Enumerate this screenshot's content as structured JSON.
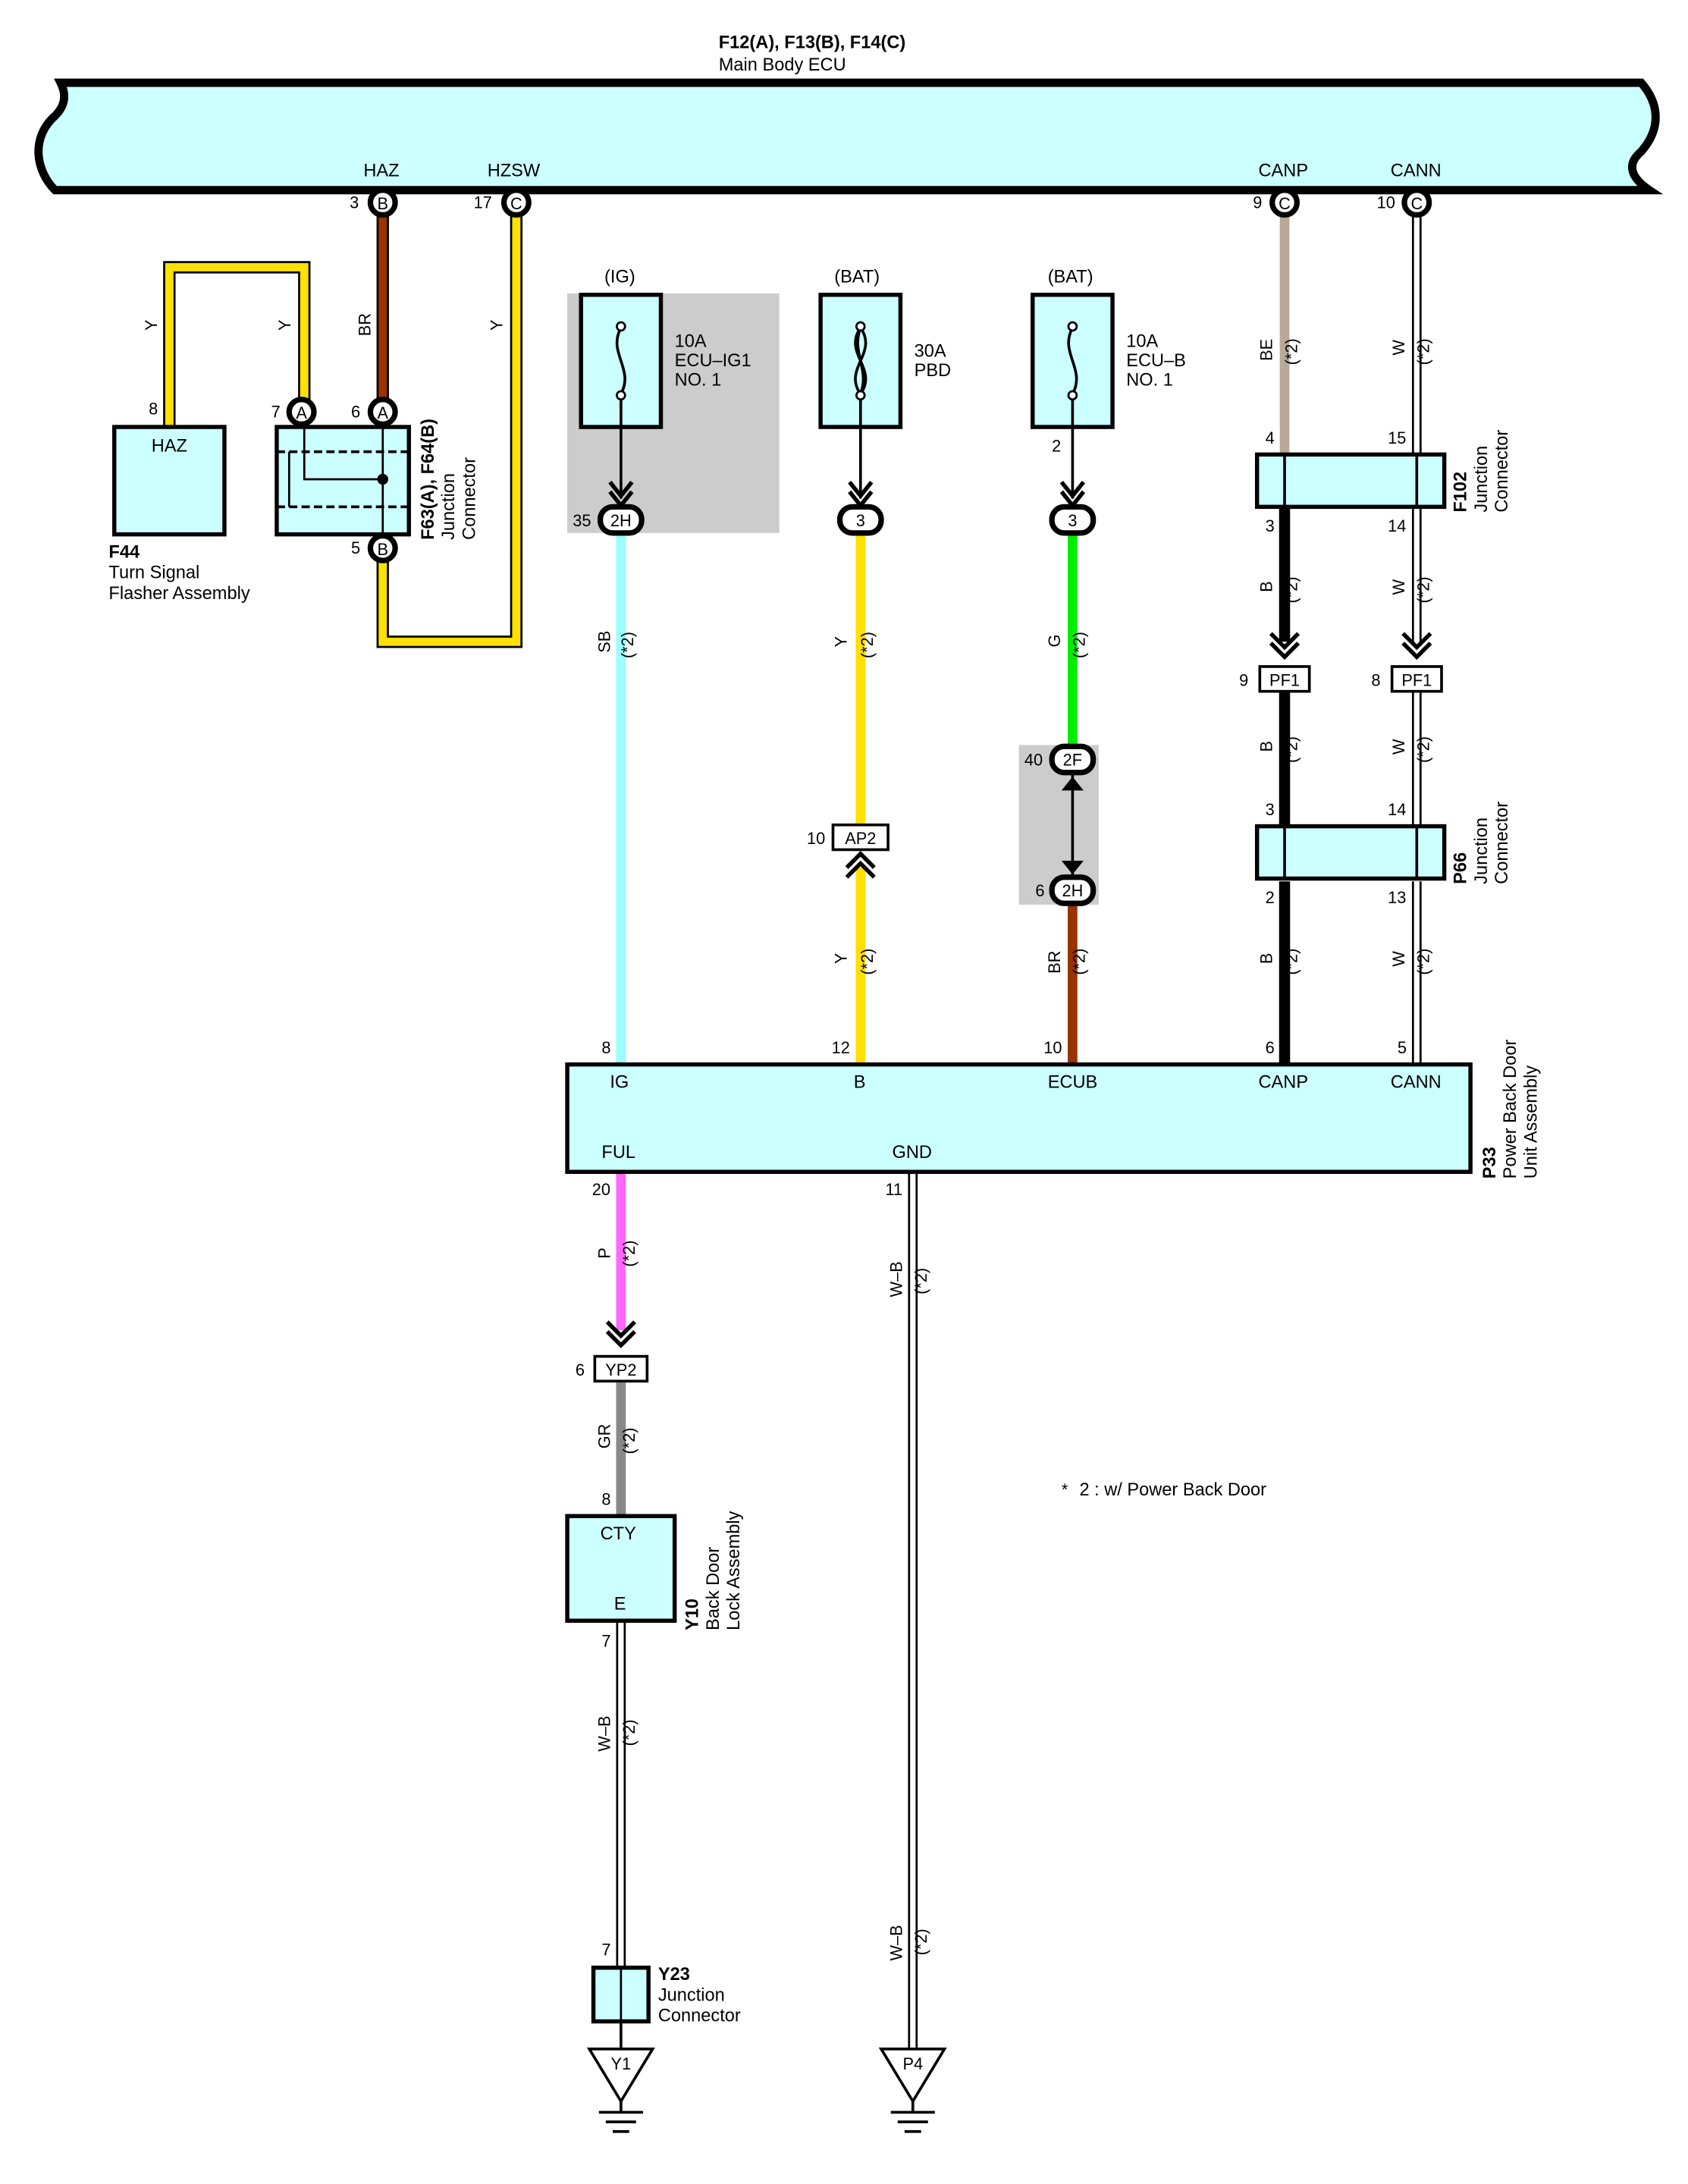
{
  "colors": {
    "component_fill": "#ccffff",
    "Y": "#ffe000",
    "BR": "#993300",
    "BE": "#b8a898",
    "W": "#ffffff",
    "SB": "#99ffff",
    "G": "#00ee00",
    "B": "#000000",
    "P": "#ff66ff",
    "GR": "#888888",
    "W-B": "#ffffff",
    "shade": "#cccccc"
  },
  "ecu": {
    "id": "F12(A), F13(B), F14(C)",
    "name": "Main Body ECU",
    "pins": {
      "haz": {
        "name": "HAZ",
        "num": "3",
        "conn": "B"
      },
      "hzsw": {
        "name": "HZSW",
        "num": "17",
        "conn": "C"
      },
      "canp": {
        "name": "CANP",
        "num": "9",
        "conn": "C"
      },
      "cann": {
        "name": "CANN",
        "num": "10",
        "conn": "C"
      }
    }
  },
  "flasher": {
    "id": "F44",
    "line1": "Turn Signal",
    "line2": "Flasher Assembly",
    "pin_label": "HAZ",
    "pin_num": "8"
  },
  "jc_f63": {
    "id": "F63(A), F64(B)",
    "line1": "Junction",
    "line2": "Connector",
    "pin7": {
      "num": "7",
      "conn": "A"
    },
    "pin6": {
      "num": "6",
      "conn": "A"
    },
    "pin5": {
      "num": "5",
      "conn": "B"
    }
  },
  "fuses": {
    "ig1": {
      "source": "(IG)",
      "rating": "10A",
      "name1": "ECU–IG1",
      "name2": "NO. 1",
      "jnum": "35",
      "jconn": "2H"
    },
    "pbd": {
      "source": "(BAT)",
      "rating": "30A",
      "name1": "PBD",
      "jconn": "3"
    },
    "ecub": {
      "source": "(BAT)",
      "rating": "10A",
      "name1": "ECU–B",
      "name2": "NO. 1",
      "pin_num": "2",
      "jconn": "3"
    }
  },
  "wires": {
    "y": "Y",
    "br": "BR",
    "be": "BE",
    "w": "W",
    "sb": "SB",
    "g": "G",
    "b": "B",
    "p": "P",
    "gr": "GR",
    "wb": "W–B",
    "note_ref": "(*2)"
  },
  "connectors": {
    "ap2": {
      "num": "10",
      "name": "AP2"
    },
    "c2f": {
      "num": "40",
      "name": "2F"
    },
    "c2h": {
      "num": "6",
      "name": "2H"
    },
    "pf1_b": {
      "num": "9",
      "name": "PF1"
    },
    "pf1_w": {
      "num": "8",
      "name": "PF1"
    },
    "yp2": {
      "num": "6",
      "name": "YP2"
    }
  },
  "f102": {
    "id": "F102",
    "line1": "Junction",
    "line2": "Connector",
    "p4": "4",
    "p15": "15",
    "p3": "3",
    "p14": "14"
  },
  "p66": {
    "id": "P66",
    "line1": "Junction",
    "line2": "Connector",
    "p3": "3",
    "p14": "14",
    "p2": "2",
    "p13": "13"
  },
  "pbd_unit": {
    "id": "P33",
    "line1": "Power Back Door",
    "line2": "Unit Assembly",
    "pins": {
      "ig": {
        "name": "IG",
        "num": "8"
      },
      "b": {
        "name": "B",
        "num": "12"
      },
      "ecub": {
        "name": "ECUB",
        "num": "10"
      },
      "canp": {
        "name": "CANP",
        "num": "6"
      },
      "cann": {
        "name": "CANN",
        "num": "5"
      },
      "ful": {
        "name": "FUL",
        "num": "20"
      },
      "gnd": {
        "name": "GND",
        "num": "11"
      }
    }
  },
  "lock": {
    "id": "Y10",
    "line1": "Back Door",
    "line2": "Lock Assembly",
    "pin_cty": {
      "name": "CTY",
      "num": "8"
    },
    "pin_e": {
      "name": "E",
      "num": "7"
    }
  },
  "y23": {
    "id": "Y23",
    "line1": "Junction",
    "line2": "Connector",
    "pin": "7"
  },
  "grounds": {
    "y1": "Y1",
    "p4": "P4"
  },
  "note": "2 : w/ Power Back Door"
}
